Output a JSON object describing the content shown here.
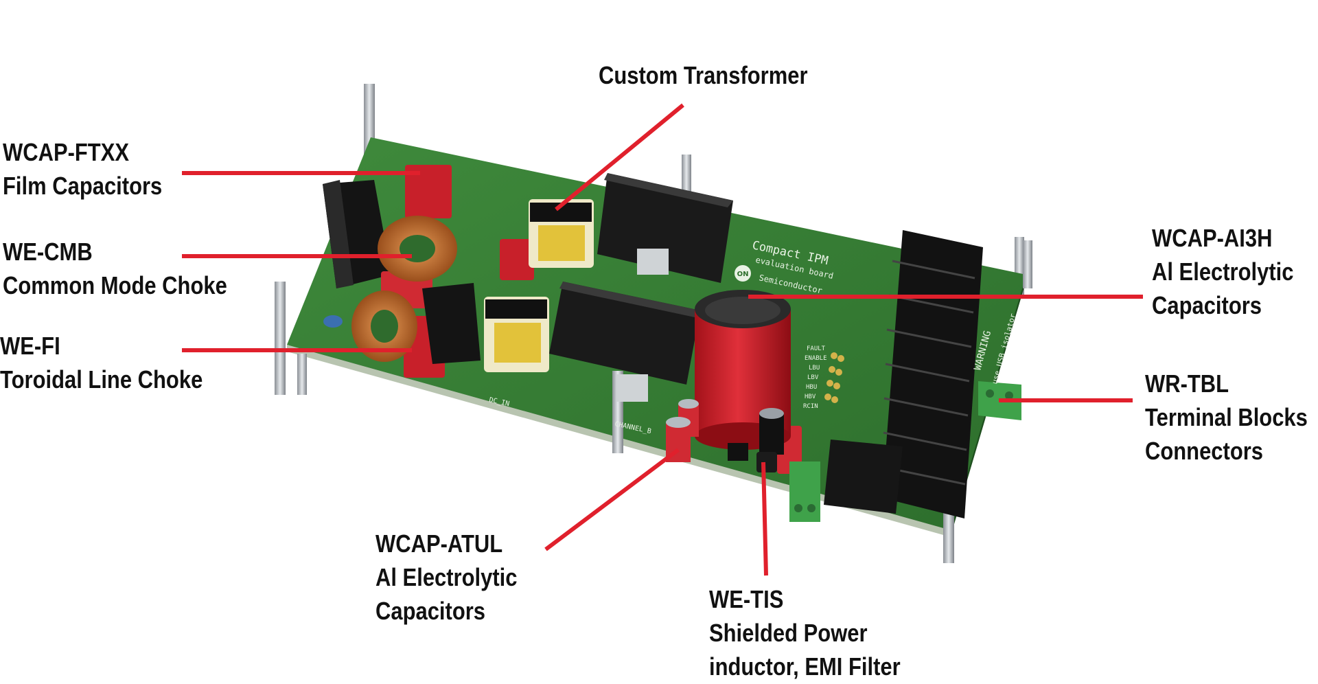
{
  "accent_color": "#e0202c",
  "callouts": {
    "custom_transformer": {
      "lines": [
        "Custom Transformer"
      ]
    },
    "wcap_ftxx": {
      "lines": [
        "WCAP-FTXX",
        "Film Capacitors"
      ]
    },
    "we_cmb": {
      "lines": [
        "WE-CMB",
        "Common Mode Choke"
      ]
    },
    "we_fi": {
      "lines": [
        "WE-FI",
        "Toroidal Line Choke"
      ]
    },
    "wcap_ai3h": {
      "lines": [
        "WCAP-AI3H",
        "Al Electrolytic",
        "Capacitors"
      ]
    },
    "wr_tbl": {
      "lines": [
        "WR-TBL",
        "Terminal Blocks",
        "Connectors"
      ]
    },
    "wcap_atul": {
      "lines": [
        "WCAP-ATUL",
        "Al Electrolytic",
        "Capacitors"
      ]
    },
    "we_tis": {
      "lines": [
        "WE-TIS",
        "Shielded Power",
        "inductor, EMI Filter"
      ]
    }
  },
  "board_markings": {
    "title": "Compact IPM",
    "subtitle": "evaluation board",
    "maker": "Semiconductor",
    "logo": "ON",
    "warning": "WARNING",
    "usb_note": "use USB isolator",
    "dc_in": "DC_IN",
    "channel": "CHANNEL_B",
    "pins": [
      "FAULT",
      "ENABLE",
      "LBU",
      "LBV",
      "HBU",
      "HBV",
      "RCIN"
    ]
  }
}
